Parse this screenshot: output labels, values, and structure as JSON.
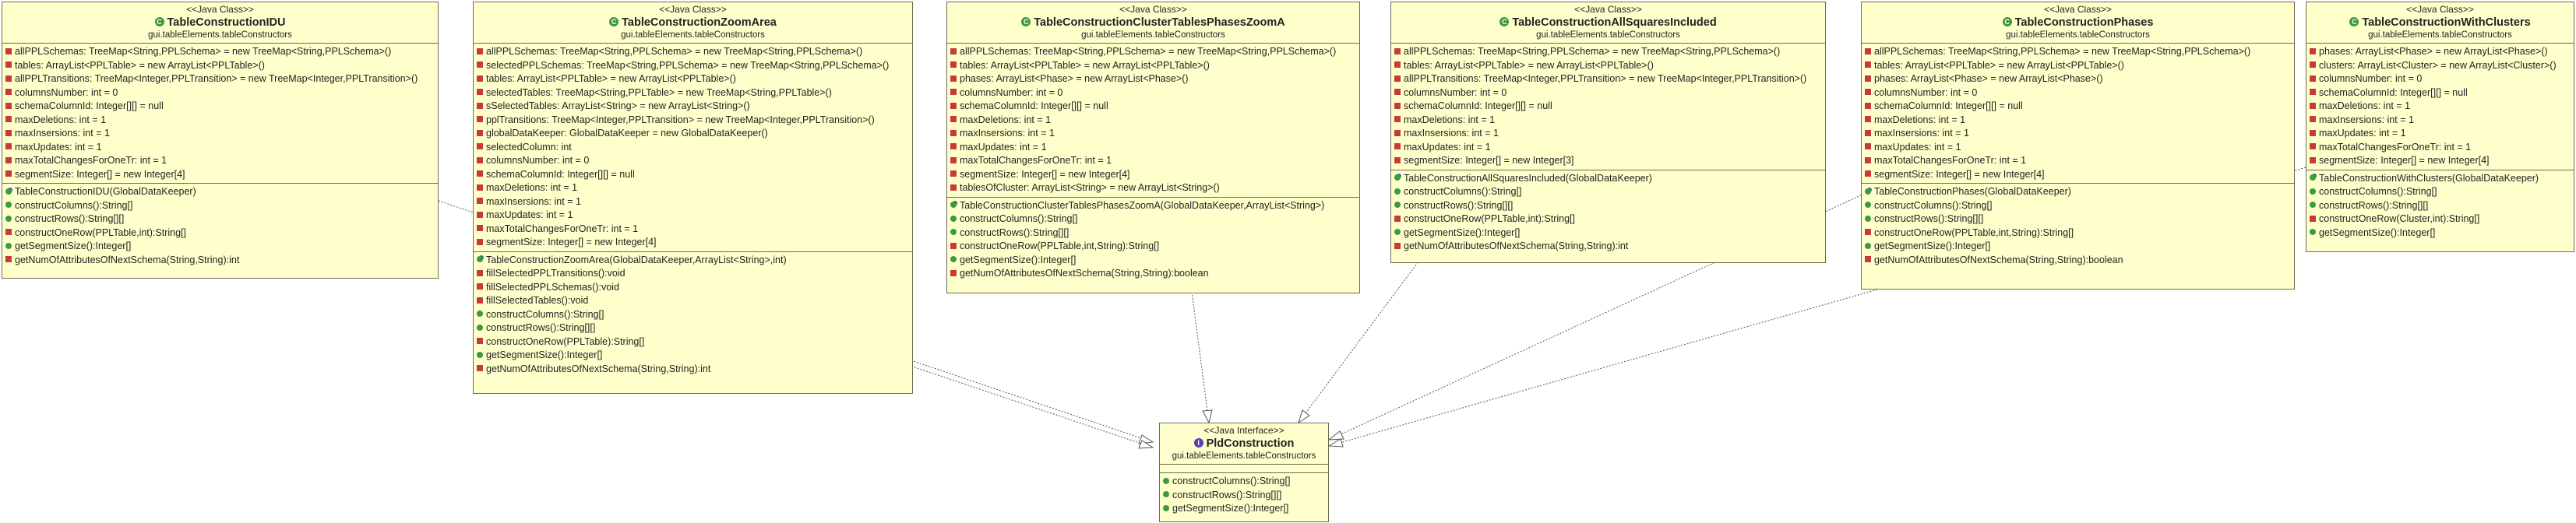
{
  "classes": {
    "idu": {
      "stereotype": "<<Java Class>>",
      "name": "TableConstructionIDU",
      "package": "gui.tableElements.tableConstructors",
      "attributes": [
        "allPPLSchemas: TreeMap<String,PPLSchema> = new TreeMap<String,PPLSchema>()",
        "tables: ArrayList<PPLTable> = new ArrayList<PPLTable>()",
        "allPPLTransitions: TreeMap<Integer,PPLTransition> = new TreeMap<Integer,PPLTransition>()",
        "columnsNumber: int = 0",
        "schemaColumnId: Integer[][] = null",
        "maxDeletions: int = 1",
        "maxInsersions: int = 1",
        "maxUpdates: int = 1",
        "maxTotalChangesForOneTr: int = 1",
        "segmentSize: Integer[] = new Integer[4]"
      ],
      "methods": [
        "TableConstructionIDU(GlobalDataKeeper)",
        "constructColumns():String[]",
        "constructRows():String[][]",
        "constructOneRow(PPLTable,int):String[]",
        "getSegmentSize():Integer[]",
        "getNumOfAttributesOfNextSchema(String,String):int"
      ]
    },
    "zoom": {
      "stereotype": "<<Java Class>>",
      "name": "TableConstructionZoomArea",
      "package": "gui.tableElements.tableConstructors",
      "attributes": [
        "allPPLSchemas: TreeMap<String,PPLSchema> = new TreeMap<String,PPLSchema>()",
        "selectedPPLSchemas: TreeMap<String,PPLSchema> = new TreeMap<String,PPLSchema>()",
        "tables: ArrayList<PPLTable> = new ArrayList<PPLTable>()",
        "selectedTables: TreeMap<String,PPLTable> = new TreeMap<String,PPLTable>()",
        "sSelectedTables: ArrayList<String> = new ArrayList<String>()",
        "pplTransitions: TreeMap<Integer,PPLTransition> = new TreeMap<Integer,PPLTransition>()",
        "globalDataKeeper: GlobalDataKeeper = new GlobalDataKeeper()",
        "selectedColumn: int",
        "columnsNumber: int = 0",
        "schemaColumnId: Integer[][] = null",
        "maxDeletions: int = 1",
        "maxInsersions: int = 1",
        "maxUpdates: int = 1",
        "maxTotalChangesForOneTr: int = 1",
        "segmentSize: Integer[] = new Integer[4]"
      ],
      "methods": [
        "TableConstructionZoomArea(GlobalDataKeeper,ArrayList<String>,int)",
        "fillSelectedPPLTransitions():void",
        "fillSelectedPPLSchemas():void",
        "fillSelectedTables():void",
        "constructColumns():String[]",
        "constructRows():String[][]",
        "constructOneRow(PPLTable):String[]",
        "getSegmentSize():Integer[]",
        "getNumOfAttributesOfNextSchema(String,String):int"
      ]
    },
    "cluster": {
      "stereotype": "<<Java Class>>",
      "name": "TableConstructionClusterTablesPhasesZoomA",
      "package": "gui.tableElements.tableConstructors",
      "attributes": [
        "allPPLSchemas: TreeMap<String,PPLSchema> = new TreeMap<String,PPLSchema>()",
        "tables: ArrayList<PPLTable> = new ArrayList<PPLTable>()",
        "phases: ArrayList<Phase> = new ArrayList<Phase>()",
        "columnsNumber: int = 0",
        "schemaColumnId: Integer[][] = null",
        "maxDeletions: int = 1",
        "maxInsersions: int = 1",
        "maxUpdates: int = 1",
        "maxTotalChangesForOneTr: int = 1",
        "segmentSize: Integer[] = new Integer[4]",
        "tablesOfCluster: ArrayList<String> = new ArrayList<String>()"
      ],
      "methods": [
        "TableConstructionClusterTablesPhasesZoomA(GlobalDataKeeper,ArrayList<String>)",
        "constructColumns():String[]",
        "constructRows():String[][]",
        "constructOneRow(PPLTable,int,String):String[]",
        "getSegmentSize():Integer[]",
        "getNumOfAttributesOfNextSchema(String,String):boolean"
      ]
    },
    "squares": {
      "stereotype": "<<Java Class>>",
      "name": "TableConstructionAllSquaresIncluded",
      "package": "gui.tableElements.tableConstructors",
      "attributes": [
        "allPPLSchemas: TreeMap<String,PPLSchema> = new TreeMap<String,PPLSchema>()",
        "tables: ArrayList<PPLTable> = new ArrayList<PPLTable>()",
        "allPPLTransitions: TreeMap<Integer,PPLTransition> = new TreeMap<Integer,PPLTransition>()",
        "columnsNumber: int = 0",
        "schemaColumnId: Integer[][] = null",
        "maxDeletions: int = 1",
        "maxInsersions: int = 1",
        "maxUpdates: int = 1",
        "segmentSize: Integer[] = new Integer[3]"
      ],
      "methods": [
        "TableConstructionAllSquaresIncluded(GlobalDataKeeper)",
        "constructColumns():String[]",
        "constructRows():String[][]",
        "constructOneRow(PPLTable,int):String[]",
        "getSegmentSize():Integer[]",
        "getNumOfAttributesOfNextSchema(String,String):int"
      ]
    },
    "phases": {
      "stereotype": "<<Java Class>>",
      "name": "TableConstructionPhases",
      "package": "gui.tableElements.tableConstructors",
      "attributes": [
        "allPPLSchemas: TreeMap<String,PPLSchema> = new TreeMap<String,PPLSchema>()",
        "tables: ArrayList<PPLTable> = new ArrayList<PPLTable>()",
        "phases: ArrayList<Phase> = new ArrayList<Phase>()",
        "columnsNumber: int = 0",
        "schemaColumnId: Integer[][] = null",
        "maxDeletions: int = 1",
        "maxInsersions: int = 1",
        "maxUpdates: int = 1",
        "maxTotalChangesForOneTr: int = 1",
        "segmentSize: Integer[] = new Integer[4]"
      ],
      "methods": [
        "TableConstructionPhases(GlobalDataKeeper)",
        "constructColumns():String[]",
        "constructRows():String[][]",
        "constructOneRow(PPLTable,int,String):String[]",
        "getSegmentSize():Integer[]",
        "getNumOfAttributesOfNextSchema(String,String):boolean"
      ]
    },
    "withclusters": {
      "stereotype": "<<Java Class>>",
      "name": "TableConstructionWithClusters",
      "package": "gui.tableElements.tableConstructors",
      "attributes": [
        "phases: ArrayList<Phase> = new ArrayList<Phase>()",
        "clusters: ArrayList<Cluster> = new ArrayList<Cluster>()",
        "columnsNumber: int = 0",
        "schemaColumnId: Integer[][] = null",
        "maxDeletions: int = 1",
        "maxInsersions: int = 1",
        "maxUpdates: int = 1",
        "maxTotalChangesForOneTr: int = 1",
        "segmentSize: Integer[] = new Integer[4]"
      ],
      "methods": [
        "TableConstructionWithClusters(GlobalDataKeeper)",
        "constructColumns():String[]",
        "constructRows():String[][]",
        "constructOneRow(Cluster,int):String[]",
        "getSegmentSize():Integer[]"
      ]
    },
    "iface": {
      "stereotype": "<<Java Interface>>",
      "name": "PldConstruction",
      "package": "gui.tableElements.tableConstructors",
      "attributes": [],
      "methods": [
        "constructColumns():String[]",
        "constructRows():String[][]",
        "getSegmentSize():Integer[]"
      ]
    }
  }
}
